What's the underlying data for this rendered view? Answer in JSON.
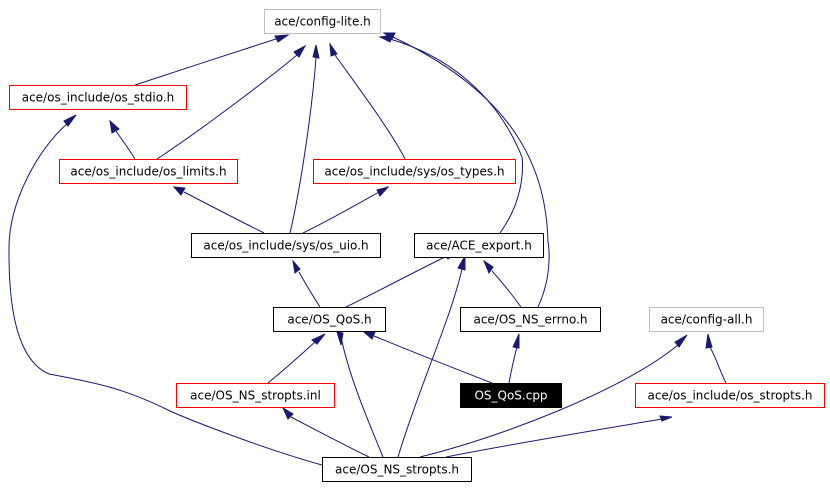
{
  "nodes": [
    {
      "id": "config_lite",
      "label": "ace/config-lite.h",
      "style": "gray"
    },
    {
      "id": "os_stdio",
      "label": "ace/os_include/os_stdio.h",
      "style": "red"
    },
    {
      "id": "os_limits",
      "label": "ace/os_include/os_limits.h",
      "style": "red"
    },
    {
      "id": "os_types",
      "label": "ace/os_include/sys/os_types.h",
      "style": "red"
    },
    {
      "id": "os_uio",
      "label": "ace/os_include/sys/os_uio.h",
      "style": "black"
    },
    {
      "id": "ace_export",
      "label": "ace/ACE_export.h",
      "style": "black"
    },
    {
      "id": "os_qos_h",
      "label": "ace/OS_QoS.h",
      "style": "black"
    },
    {
      "id": "os_ns_errno",
      "label": "ace/OS_NS_errno.h",
      "style": "black"
    },
    {
      "id": "config_all",
      "label": "ace/config-all.h",
      "style": "gray"
    },
    {
      "id": "os_ns_stropts_inl",
      "label": "ace/OS_NS_stropts.inl",
      "style": "red"
    },
    {
      "id": "os_qos_cpp",
      "label": "OS_QoS.cpp",
      "style": "filled"
    },
    {
      "id": "os_stropts",
      "label": "ace/os_include/os_stropts.h",
      "style": "red"
    },
    {
      "id": "os_ns_stropts_h",
      "label": "ace/OS_NS_stropts.h",
      "style": "black"
    }
  ],
  "edges": [
    {
      "from": "os_stdio",
      "to": "config_lite"
    },
    {
      "from": "os_limits",
      "to": "config_lite"
    },
    {
      "from": "os_limits",
      "to": "os_stdio"
    },
    {
      "from": "os_types",
      "to": "config_lite"
    },
    {
      "from": "os_uio",
      "to": "config_lite"
    },
    {
      "from": "os_uio",
      "to": "os_limits"
    },
    {
      "from": "os_uio",
      "to": "os_types"
    },
    {
      "from": "ace_export",
      "to": "config_lite"
    },
    {
      "from": "os_ns_errno",
      "to": "config_lite"
    },
    {
      "from": "os_ns_errno",
      "to": "ace_export"
    },
    {
      "from": "os_qos_h",
      "to": "os_uio"
    },
    {
      "from": "os_qos_h",
      "to": "ace_export"
    },
    {
      "from": "os_ns_stropts_inl",
      "to": "os_qos_h"
    },
    {
      "from": "os_qos_cpp",
      "to": "os_qos_h"
    },
    {
      "from": "os_qos_cpp",
      "to": "os_ns_errno"
    },
    {
      "from": "os_stropts",
      "to": "config_all"
    },
    {
      "from": "os_ns_stropts_h",
      "to": "os_stdio"
    },
    {
      "from": "os_ns_stropts_h",
      "to": "os_qos_h"
    },
    {
      "from": "os_ns_stropts_h",
      "to": "ace_export"
    },
    {
      "from": "os_ns_stropts_h",
      "to": "os_ns_stropts_inl"
    },
    {
      "from": "os_ns_stropts_h",
      "to": "config_all"
    },
    {
      "from": "os_ns_stropts_h",
      "to": "os_stropts"
    }
  ],
  "colors": {
    "edge": "#191970",
    "border_black": "#000000",
    "border_red": "#ff0000",
    "border_gray": "#bfbfbf",
    "filled_bg": "#000000",
    "filled_text": "#ffffff",
    "text": "#000000"
  }
}
